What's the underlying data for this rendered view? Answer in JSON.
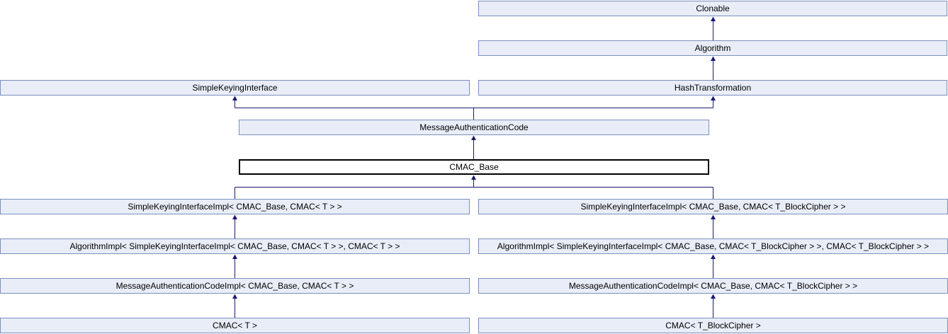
{
  "diagram": {
    "kind": "class-inheritance-graph",
    "highlighted_node": "CMAC_Base",
    "colors": {
      "node_fill": "#e8edf7",
      "node_border": "#7b90bd",
      "highlight_fill": "#ffffff",
      "highlight_border": "#000000",
      "edge": "#191970",
      "text": "#000000",
      "background": "#ffffff"
    },
    "nodes": {
      "clonable": {
        "label": "Clonable"
      },
      "algorithm": {
        "label": "Algorithm"
      },
      "ski": {
        "label": "SimpleKeyingInterface"
      },
      "ht": {
        "label": "HashTransformation"
      },
      "mac": {
        "label": "MessageAuthenticationCode"
      },
      "cmac_base": {
        "label": "CMAC_Base"
      },
      "ski_impl_t": {
        "label": "SimpleKeyingInterfaceImpl< CMAC_Base, CMAC< T > >"
      },
      "ski_impl_bc": {
        "label": "SimpleKeyingInterfaceImpl< CMAC_Base, CMAC< T_BlockCipher > >"
      },
      "algo_impl_t": {
        "label": "AlgorithmImpl< SimpleKeyingInterfaceImpl< CMAC_Base, CMAC< T > >, CMAC< T > >"
      },
      "algo_impl_bc": {
        "label": "AlgorithmImpl< SimpleKeyingInterfaceImpl< CMAC_Base, CMAC< T_BlockCipher > >, CMAC< T_BlockCipher > >"
      },
      "mac_impl_t": {
        "label": "MessageAuthenticationCodeImpl< CMAC_Base, CMAC< T > >"
      },
      "mac_impl_bc": {
        "label": "MessageAuthenticationCodeImpl< CMAC_Base, CMAC< T_BlockCipher > >"
      },
      "cmac_t": {
        "label": "CMAC< T >"
      },
      "cmac_bc": {
        "label": "CMAC< T_BlockCipher >"
      }
    },
    "edges": [
      {
        "derived": "algorithm",
        "base": "clonable"
      },
      {
        "derived": "ht",
        "base": "algorithm"
      },
      {
        "derived": "mac",
        "base": "ski"
      },
      {
        "derived": "mac",
        "base": "ht"
      },
      {
        "derived": "cmac_base",
        "base": "mac"
      },
      {
        "derived": "ski_impl_t",
        "base": "cmac_base"
      },
      {
        "derived": "ski_impl_bc",
        "base": "cmac_base"
      },
      {
        "derived": "algo_impl_t",
        "base": "ski_impl_t"
      },
      {
        "derived": "algo_impl_bc",
        "base": "ski_impl_bc"
      },
      {
        "derived": "mac_impl_t",
        "base": "algo_impl_t"
      },
      {
        "derived": "mac_impl_bc",
        "base": "algo_impl_bc"
      },
      {
        "derived": "cmac_t",
        "base": "mac_impl_t"
      },
      {
        "derived": "cmac_bc",
        "base": "mac_impl_bc"
      }
    ]
  }
}
